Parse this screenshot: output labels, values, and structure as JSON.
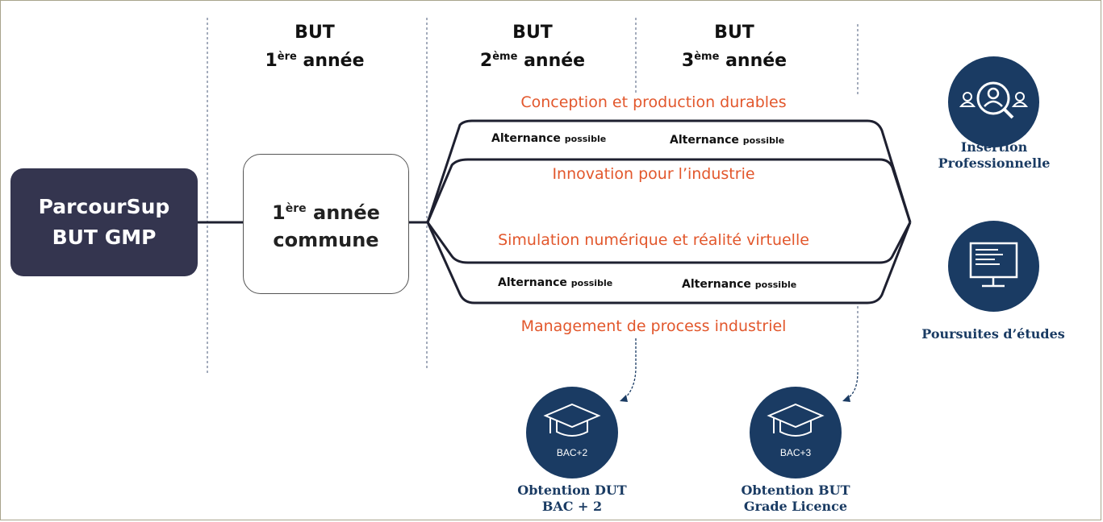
{
  "headers": [
    {
      "top": "BUT",
      "sup": "ère",
      "ord": "1",
      "rest": " année"
    },
    {
      "top": "BUT",
      "sup": "ème",
      "ord": "2",
      "rest": " année"
    },
    {
      "top": "BUT",
      "sup": "ème",
      "ord": "3",
      "rest": " année"
    }
  ],
  "parcoursup": {
    "line1": "ParcourSup",
    "line2": "BUT GMP"
  },
  "common_year": {
    "ord": "1",
    "sup": "ère",
    "rest": " année",
    "line2": "commune"
  },
  "tracks": [
    "Conception et production durables",
    "Innovation pour l’industrie",
    "Simulation numérique et réalité virtuelle",
    "Management de process industriel"
  ],
  "alternance": {
    "label": "Alternance",
    "small": "possible"
  },
  "outcomes": {
    "insertion": {
      "line1": "Insertion",
      "line2": "Professionnelle"
    },
    "poursuites": "Poursuites d’études"
  },
  "degrees": [
    {
      "badge": "BAC+2",
      "line1": "Obtention DUT",
      "line2": "BAC + 2"
    },
    {
      "badge": "BAC+3",
      "line1": "Obtention BUT",
      "line2": "Grade Licence"
    }
  ],
  "colors": {
    "navy": "#1a3b63",
    "orange": "#e2572c",
    "dark_box": "#34354f"
  }
}
